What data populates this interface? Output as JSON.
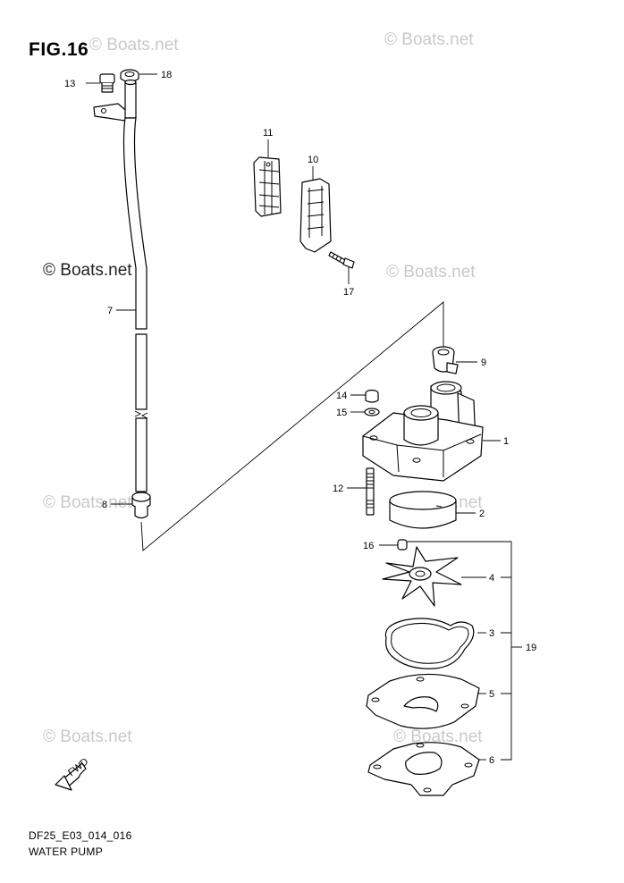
{
  "figure": {
    "title": "FIG.16"
  },
  "watermarks": [
    "© Boats.net",
    "© Boats.net",
    "© Boats.net",
    "© Boats.net",
    "© Boats.net",
    "© Boats.net",
    "© Boats.net",
    "© Boats.net"
  ],
  "callouts": {
    "c1": "1",
    "c2": "2",
    "c3": "3",
    "c4": "4",
    "c5": "5",
    "c6": "6",
    "c7": "7",
    "c8": "8",
    "c9": "9",
    "c10": "10",
    "c11": "11",
    "c12": "12",
    "c13": "13",
    "c14": "14",
    "c15": "15",
    "c16": "16",
    "c17": "17",
    "c18": "18",
    "c19": "19"
  },
  "fwd_arrow": {
    "label": "FWD"
  },
  "footer": {
    "code": "DF25_E03_014_016",
    "name": "WATER PUMP"
  }
}
